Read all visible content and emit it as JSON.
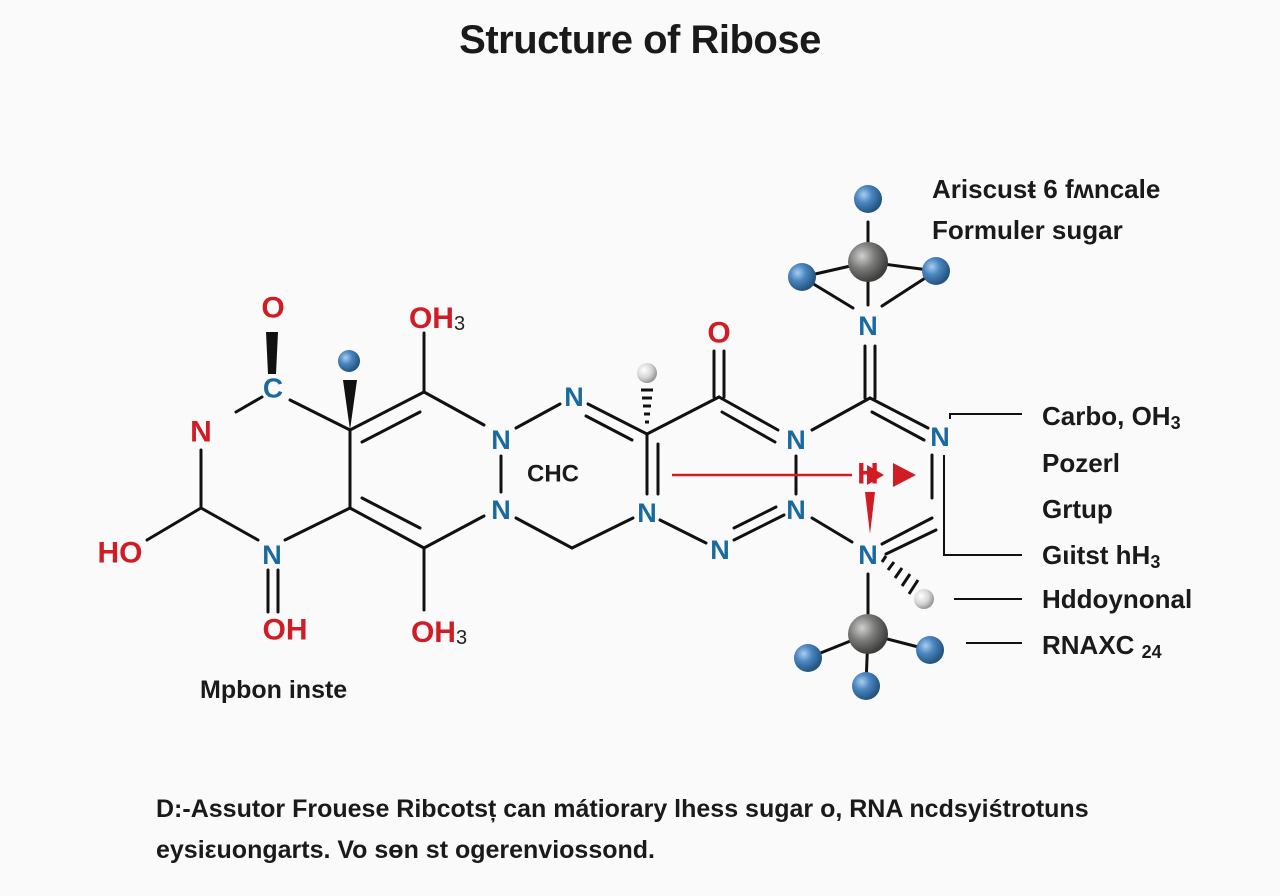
{
  "title": "Structure of Ribose",
  "colors": {
    "nitrogen": "#1a6aa0",
    "oxygen": "#d01c24",
    "bond": "#111111",
    "arrow": "#d01c24",
    "ball_blue": "#4a86bf",
    "ball_gray": "#707070",
    "ball_white": "#d8d8d8"
  },
  "atoms": {
    "o_top_left": "O",
    "c_top": "C",
    "n_left": "N",
    "ho_left": "HO",
    "n_bottom": "N",
    "oh_bottom": "OH",
    "oh3_top": "OH",
    "oh3_top_sub": "3",
    "oh3_bottom": "OH",
    "oh3_bottom_sub": "3",
    "n_mid_top": "N",
    "n_mid_a": "N",
    "n_mid_b": "N",
    "chc": "CHC",
    "n_ring2_a": "N",
    "n_ring2_b": "N",
    "o_top_mid": "O",
    "n_ring3_a": "N",
    "n_ring3_b": "N",
    "n_ring3_c": "N",
    "n_top_right": "N",
    "n_right": "N",
    "n_low_right": "N",
    "h_arrow": "H"
  },
  "labels": {
    "top_right_line1": "Ariscusŧ 6 fʍncale",
    "top_right_line2": "Formuler sugar",
    "right": [
      {
        "text": "Carbo, OH",
        "sub": "3"
      },
      {
        "text": "Pozerl",
        "sub": ""
      },
      {
        "text": "Grtup",
        "sub": ""
      },
      {
        "text": "Gιitst hH",
        "sub": "3"
      },
      {
        "text": "Hddoynonal",
        "sub": ""
      },
      {
        "text": "RNAXC ",
        "sub": "24"
      }
    ],
    "left_bottom": "Mpbon inste"
  },
  "caption": {
    "line1": "D:-Assutor Frouese  Ribcotsț can mátiorary lhess sugar o, RNA ncdsyiśtrotuns",
    "line2": "eysiεuongarts. Vo sөn st  ogerenviossond."
  }
}
